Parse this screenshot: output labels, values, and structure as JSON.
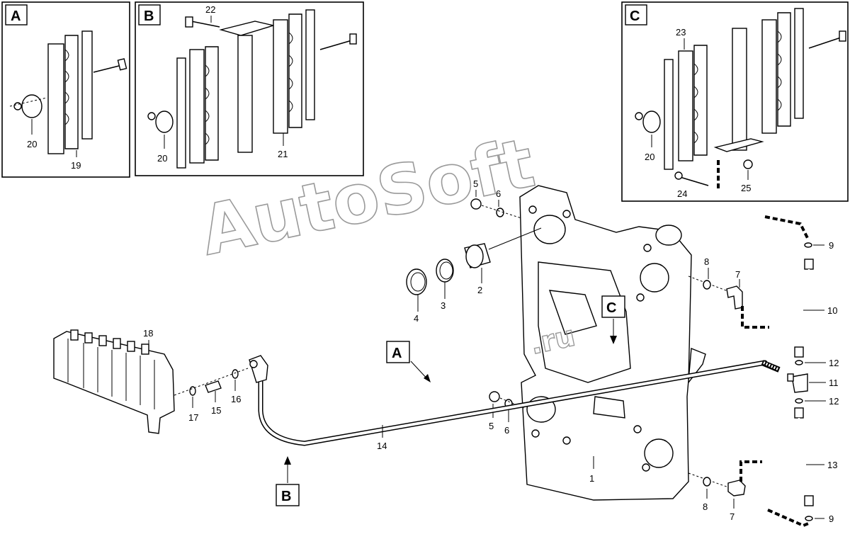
{
  "watermark": {
    "line1": "AutoSoft",
    "line2": ".ru"
  },
  "insets": [
    {
      "letter": "A",
      "callouts": [
        "20",
        "19"
      ]
    },
    {
      "letter": "B",
      "callouts": [
        "22",
        "20",
        "21"
      ]
    },
    {
      "letter": "C",
      "callouts": [
        "23",
        "20",
        "24",
        "25"
      ]
    }
  ],
  "main_refs": {
    "A": "A",
    "B": "B",
    "C": "C"
  },
  "callouts": {
    "n1": "1",
    "n2": "2",
    "n3": "3",
    "n4": "4",
    "n5a": "5",
    "n6a": "6",
    "n5b": "5",
    "n6b": "6",
    "n7a": "7",
    "n8a": "8",
    "n7b": "7",
    "n8b": "8",
    "n9a": "9",
    "n10": "10",
    "n11": "11",
    "n12a": "12",
    "n12b": "12",
    "n13": "13",
    "n9b": "9",
    "n14": "14",
    "n15": "15",
    "n16": "16",
    "n17": "17",
    "n18": "18"
  }
}
